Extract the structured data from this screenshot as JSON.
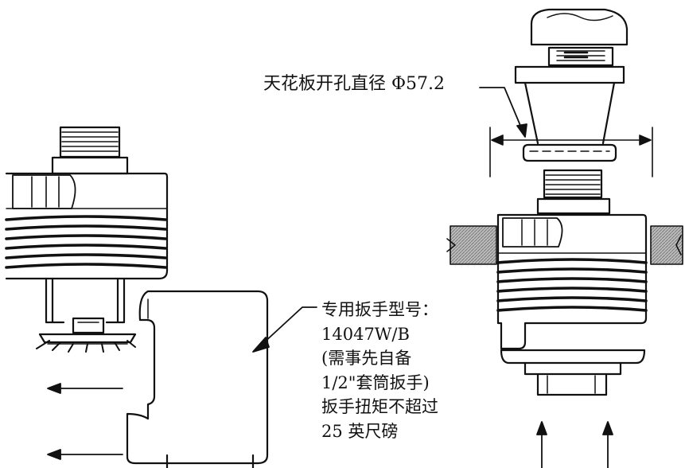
{
  "labels": {
    "ceiling_hole": "天花板开孔直径 Φ57.2",
    "wrench_note": [
      "专用扳手型号：",
      "14047W/B",
      "(需事先自备",
      "1/2\"套筒扳手)",
      "扳手扭矩不超过",
      "25 英尺磅"
    ]
  },
  "colors": {
    "line": "#111111",
    "ceiling_hatch": "#9a9a9a",
    "background": "#ffffff"
  }
}
